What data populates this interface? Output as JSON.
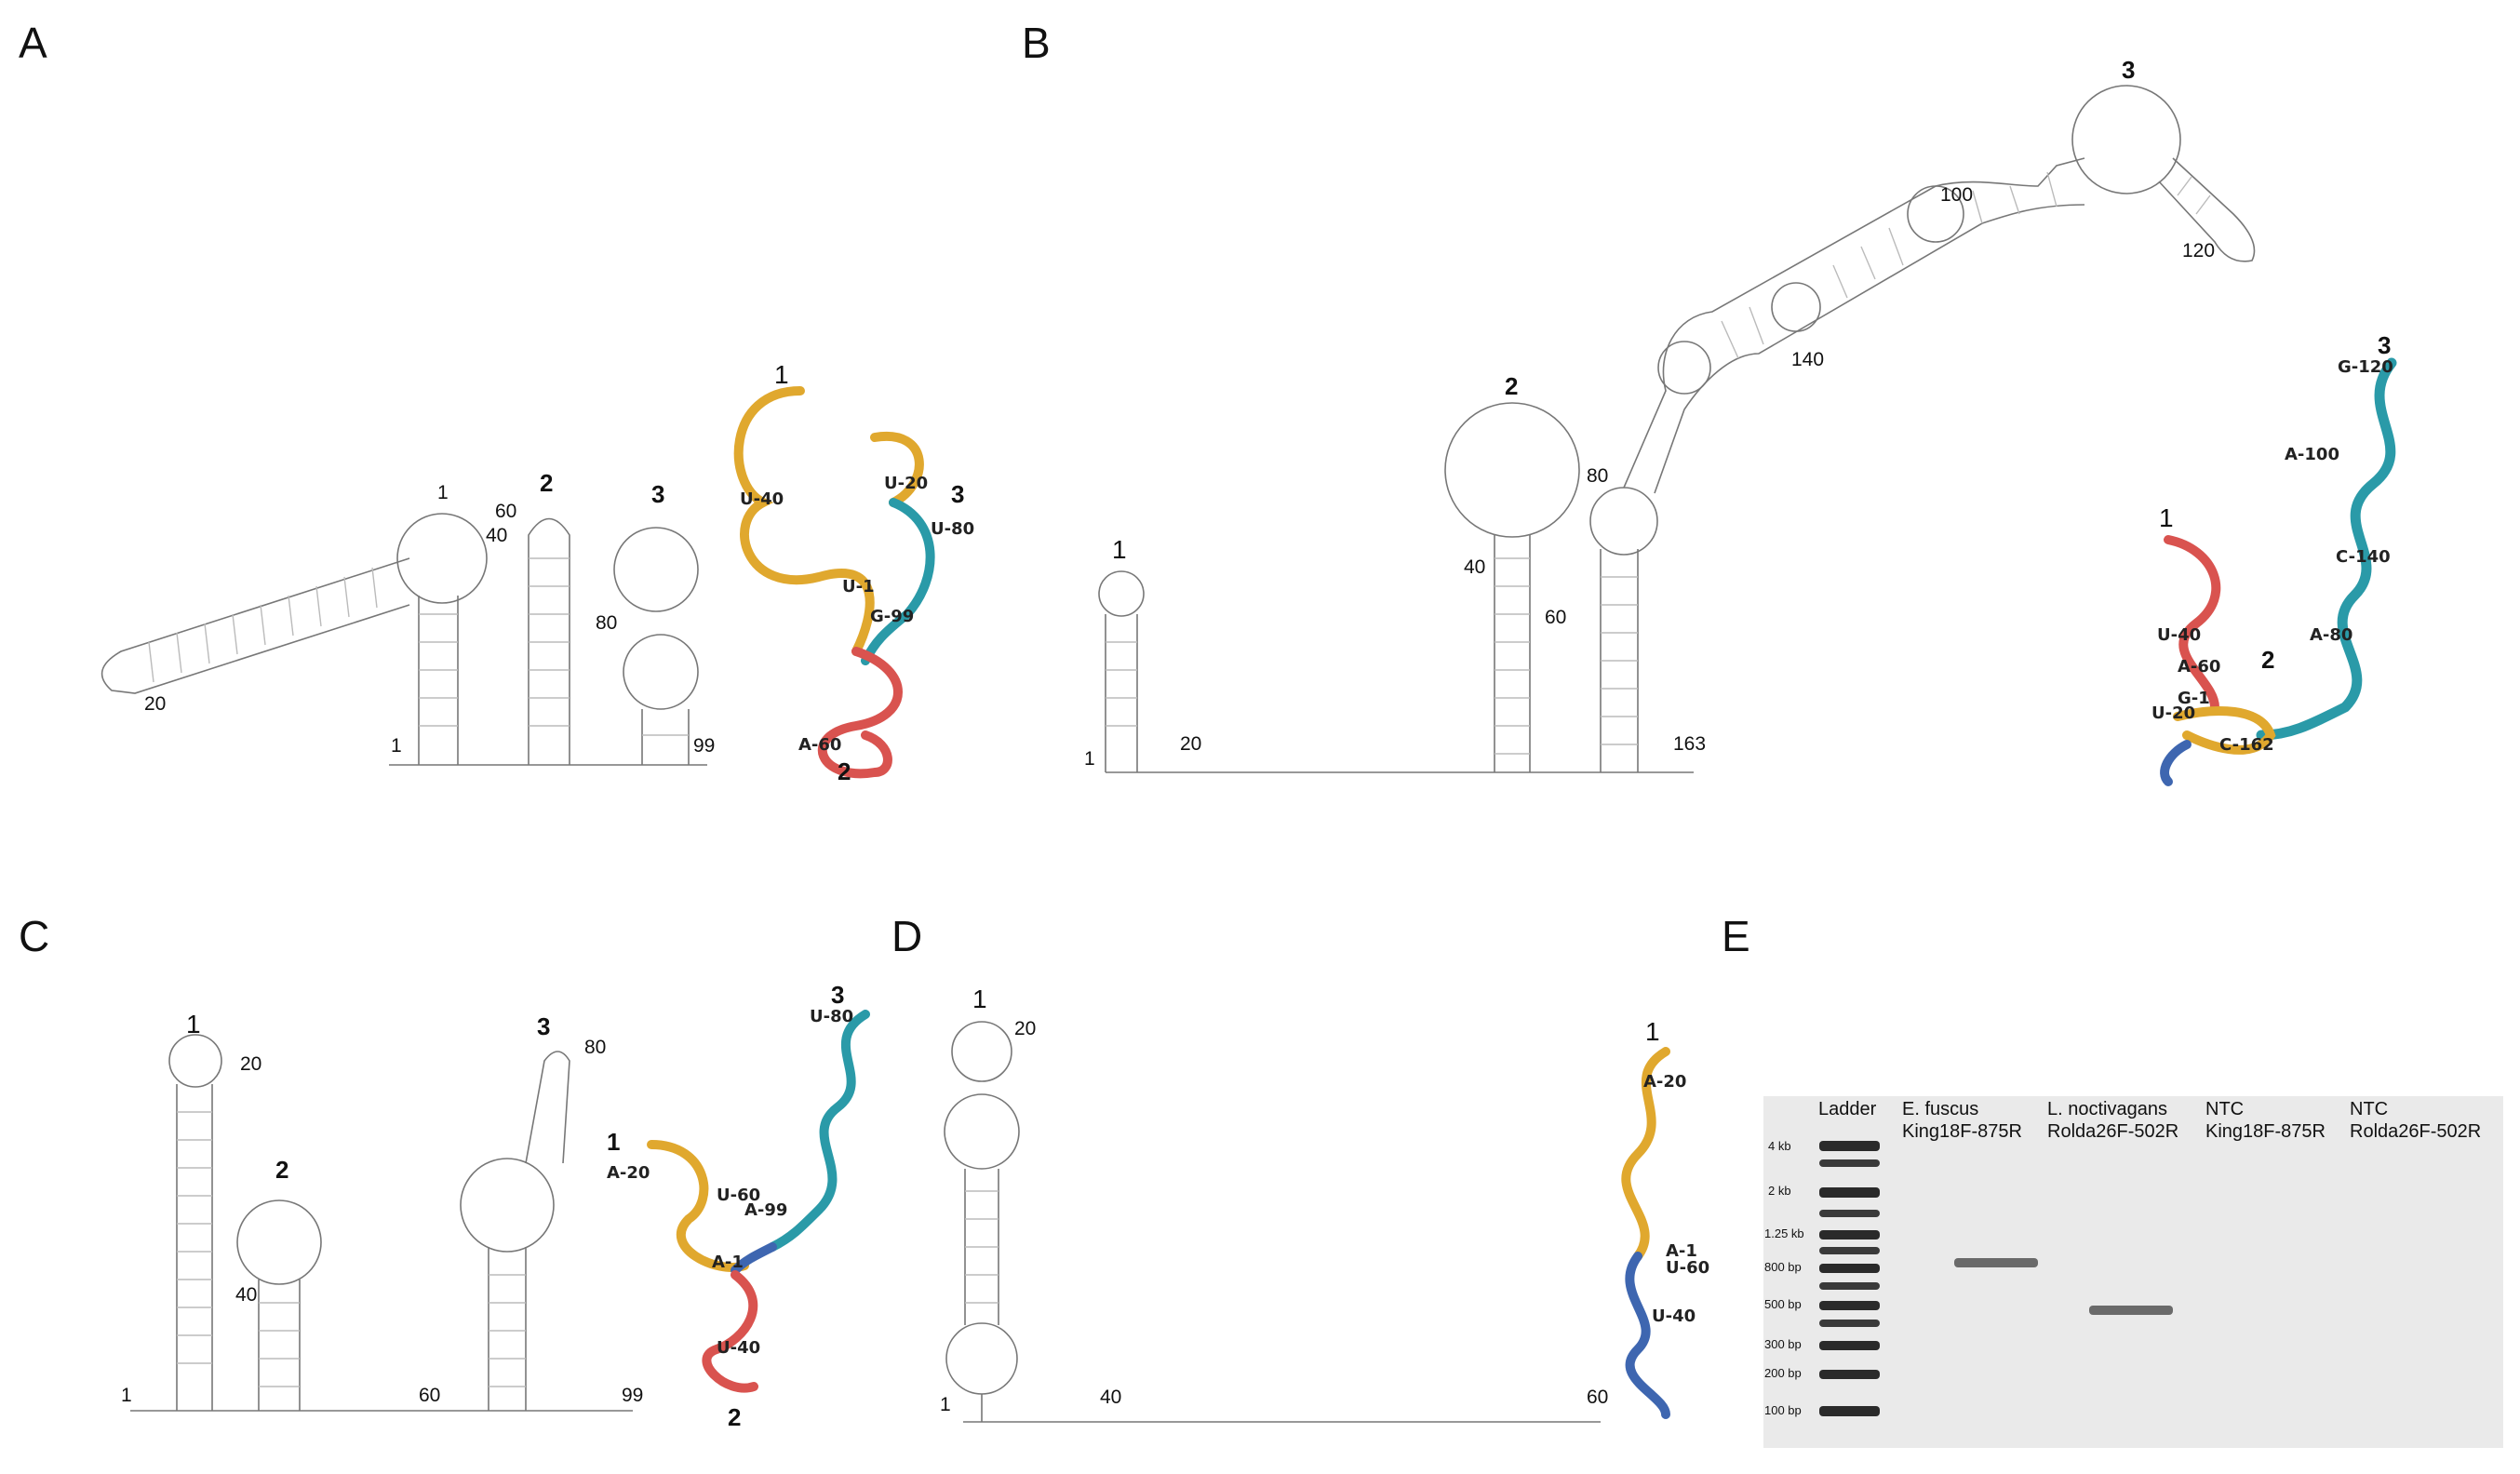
{
  "panels": {
    "A": {
      "label": "A",
      "numbers": [
        "1",
        "60",
        "40",
        "80",
        "20",
        "1",
        "99"
      ],
      "domains": [
        "1",
        "2",
        "3"
      ],
      "tertiary": {
        "domains": [
          "1",
          "3",
          "2"
        ],
        "annotations": [
          "U-20",
          "U-40",
          "U-80",
          "U-1",
          "G-99",
          "A-60"
        ]
      }
    },
    "B": {
      "label": "B",
      "numbers": [
        "100",
        "120",
        "140",
        "80",
        "40",
        "60",
        "1",
        "20",
        "163"
      ],
      "domains": [
        "1",
        "2",
        "3"
      ],
      "tertiary": {
        "domains": [
          "3",
          "1",
          "2"
        ],
        "annotations": [
          "G-120",
          "A-100",
          "C-140",
          "U-40",
          "A-60",
          "A-80",
          "G-1",
          "U-20",
          "C-162"
        ]
      }
    },
    "C": {
      "label": "C",
      "numbers": [
        "20",
        "80",
        "40",
        "1",
        "60",
        "99"
      ],
      "domains": [
        "1",
        "2",
        "3"
      ],
      "tertiary": {
        "domains": [
          "3",
          "1",
          "2"
        ],
        "annotations": [
          "U-80",
          "A-20",
          "U-60",
          "A-99",
          "A-1",
          "U-40"
        ]
      }
    },
    "D": {
      "label": "D",
      "numbers": [
        "1",
        "20",
        "1",
        "40",
        "60"
      ],
      "tertiary": {
        "domains": [
          "1"
        ],
        "annotations": [
          "A-20",
          "A-1",
          "U-60",
          "U-40"
        ]
      }
    },
    "E": {
      "label": "E",
      "gel": {
        "lanes": [
          {
            "line1": "Ladder",
            "line2": ""
          },
          {
            "line1": "E. fuscus",
            "line2": "King18F-875R"
          },
          {
            "line1": "L. noctivagans",
            "line2": "Rolda26F-502R"
          },
          {
            "line1": "NTC",
            "line2": "King18F-875R"
          },
          {
            "line1": "NTC",
            "line2": "Rolda26F-502R"
          }
        ],
        "ladder_sizes": [
          "4 kb",
          "2 kb",
          "1.25 kb",
          "800 bp",
          "500 bp",
          "300 bp",
          "200 bp",
          "100 bp"
        ]
      }
    }
  },
  "colors": {
    "domain1": "#e0a82e",
    "domain2": "#d9534f",
    "domain3": "#2a9aa8",
    "linker": "#3e66b0",
    "gel_background": "#eaeaea",
    "ladder_band": "#2a2a2a"
  }
}
